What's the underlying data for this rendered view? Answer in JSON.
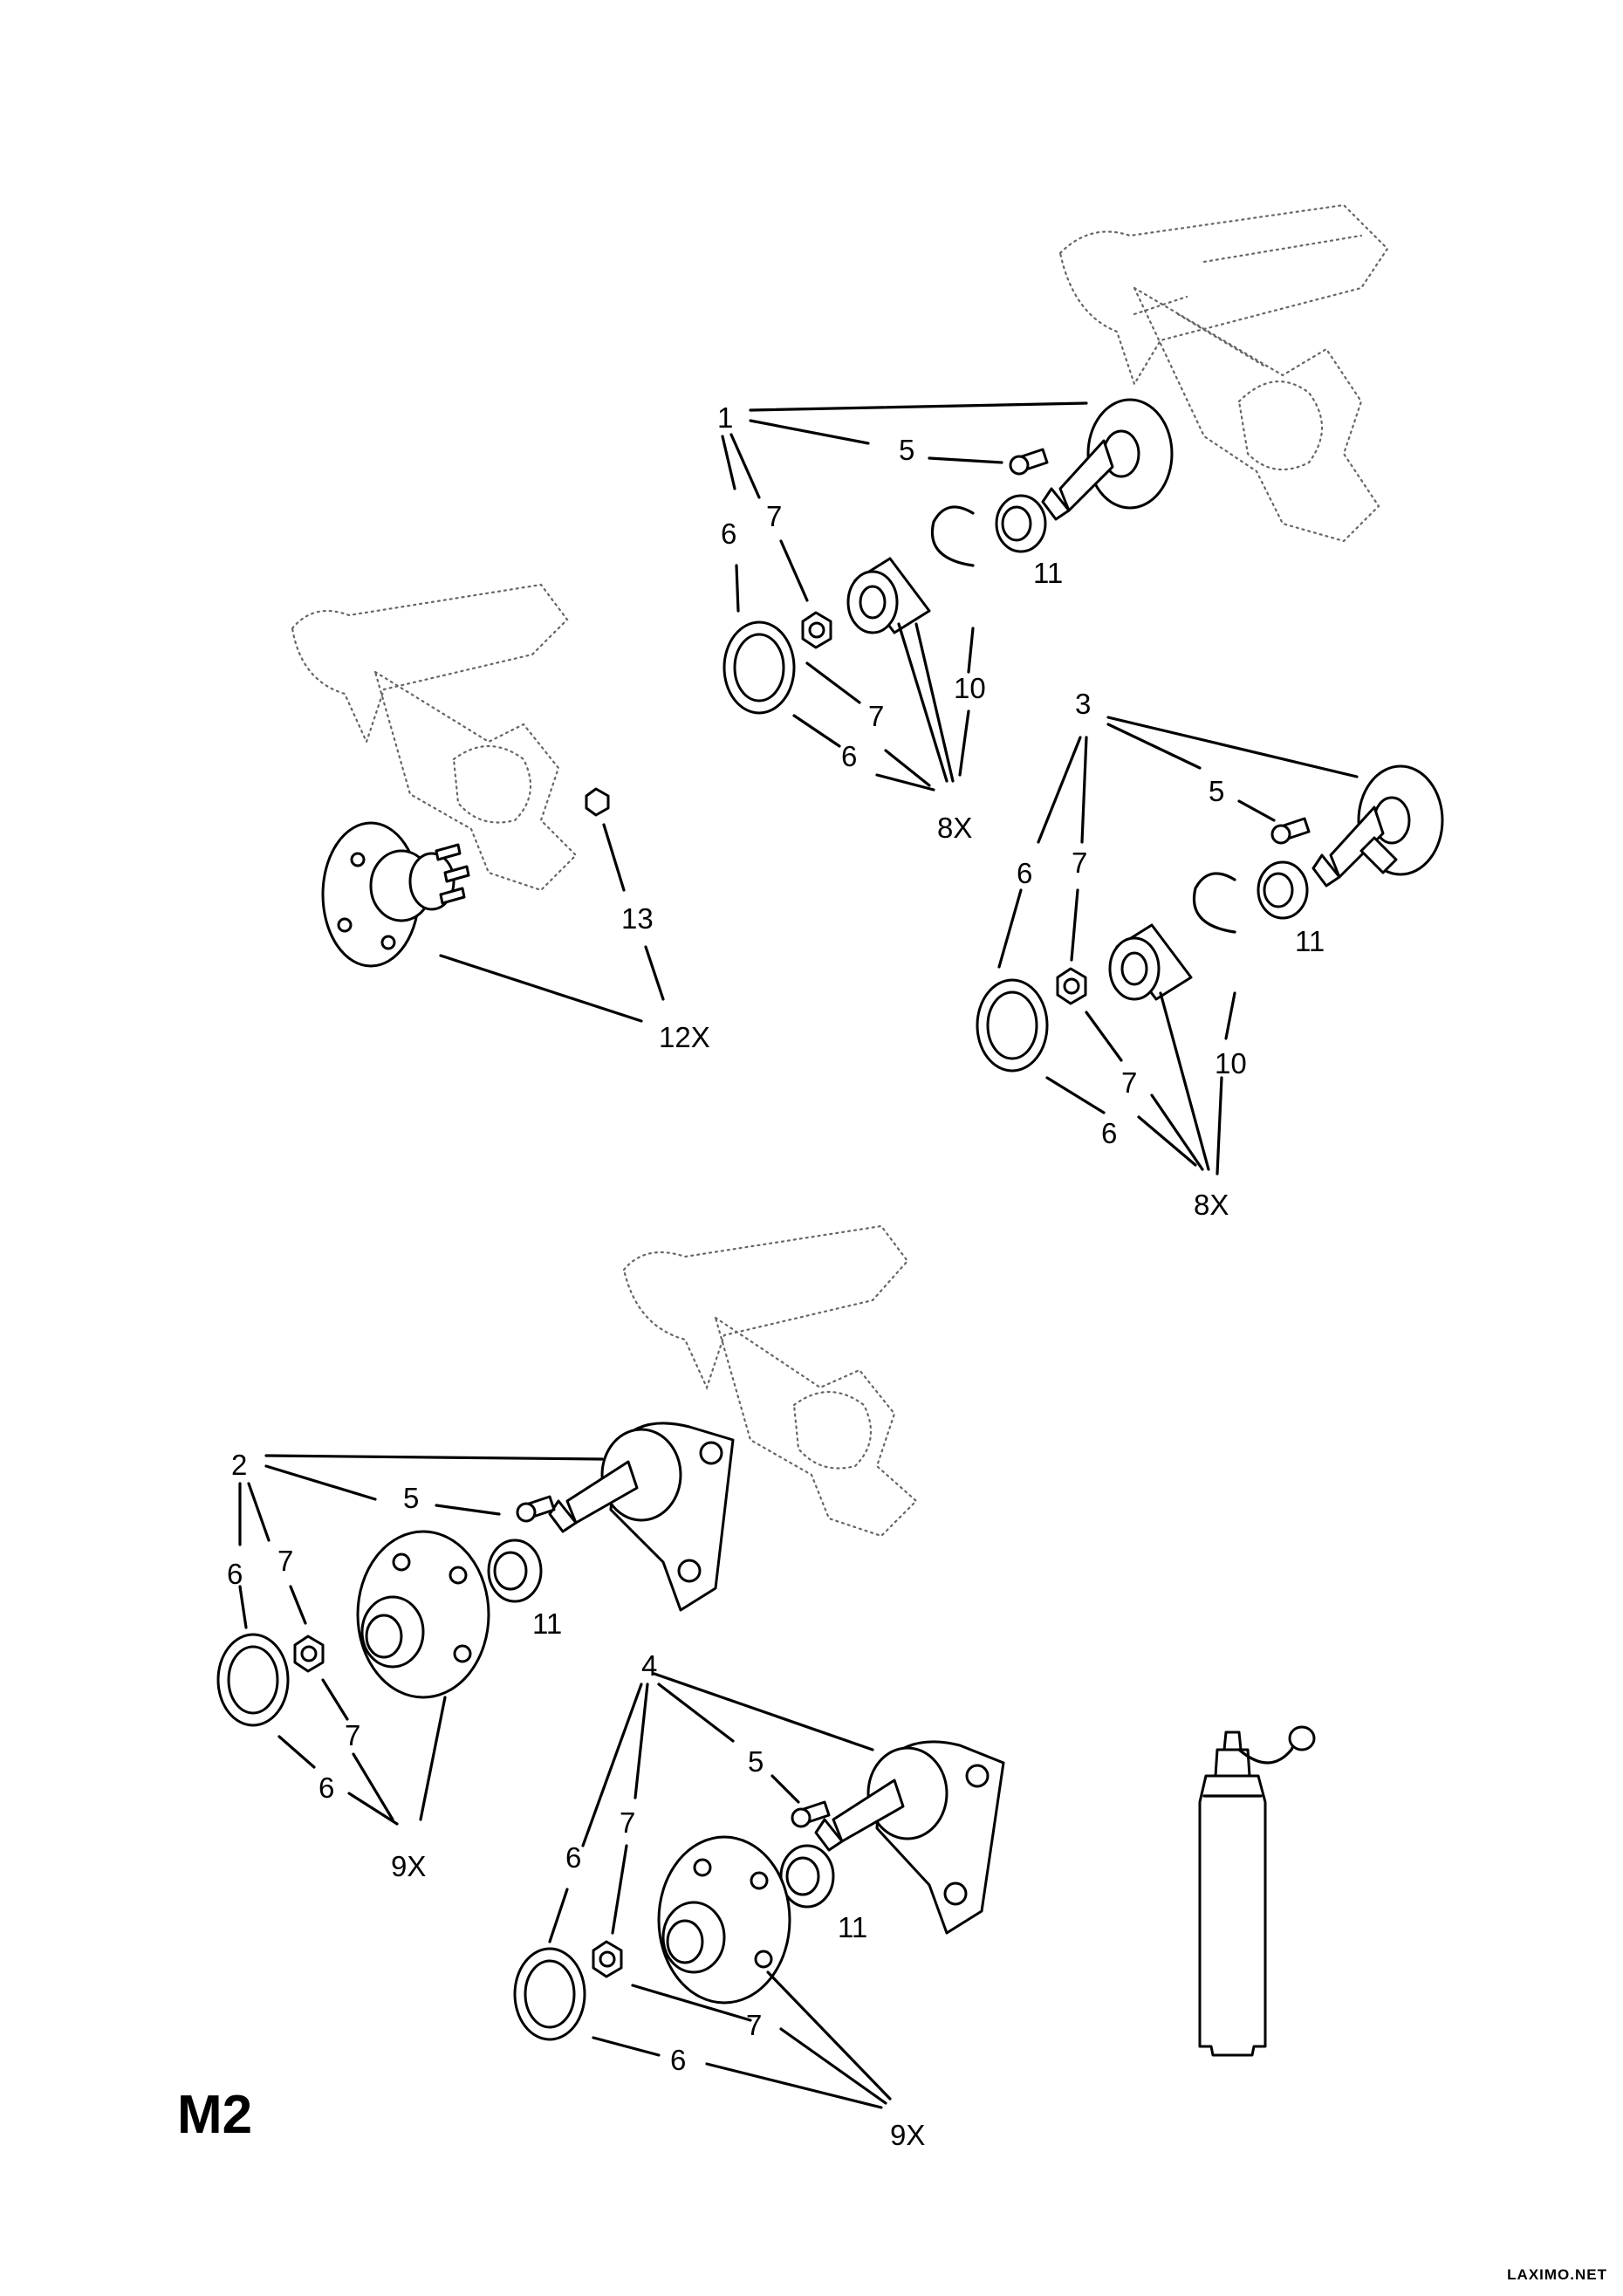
{
  "page_code": "M2",
  "watermark": "LAXIMO.NET",
  "callouts": {
    "g1": {
      "a": "1",
      "b": "5",
      "c": "6",
      "d": "7",
      "e": "11",
      "f": "10",
      "g": "7",
      "h": "6",
      "i": "8X"
    },
    "g3": {
      "a": "3",
      "b": "5",
      "c": "6",
      "d": "7",
      "e": "11",
      "f": "10",
      "g": "7",
      "h": "6",
      "i": "8X"
    },
    "g12": {
      "a": "13",
      "b": "12X"
    },
    "g2": {
      "a": "2",
      "b": "5",
      "c": "6",
      "d": "7",
      "e": "11",
      "f": "7",
      "g": "6",
      "h": "9X"
    },
    "g4": {
      "a": "4",
      "b": "5",
      "c": "6",
      "d": "7",
      "e": "11",
      "f": "7",
      "g": "6",
      "h": "9X"
    }
  }
}
